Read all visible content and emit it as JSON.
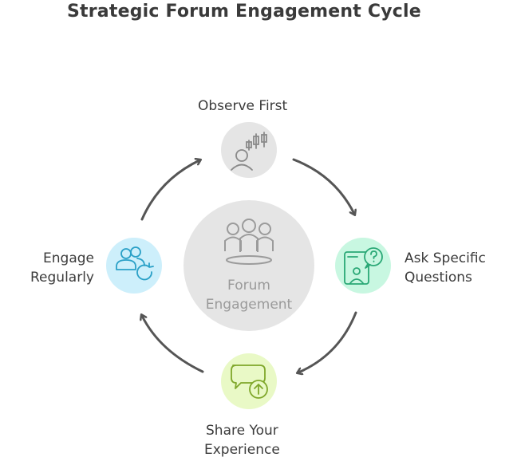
{
  "title": "Strategic Forum Engagement Cycle",
  "center": {
    "lines": [
      "Forum",
      "Engagement"
    ],
    "icon": "people-group-icon"
  },
  "steps": [
    {
      "id": "observe",
      "lines": [
        "Observe First"
      ],
      "icon": "person-chart-icon",
      "color": "#e5e5e5"
    },
    {
      "id": "ask",
      "lines": [
        "Ask Specific",
        "Questions"
      ],
      "icon": "question-document-icon",
      "color": "#c8f7e1"
    },
    {
      "id": "share",
      "lines": [
        "Share Your",
        "Experience"
      ],
      "icon": "chat-upload-icon",
      "color": "#e9f9c6"
    },
    {
      "id": "engage",
      "lines": [
        "Engage",
        "Regularly"
      ],
      "icon": "users-refresh-icon",
      "color": "#cdeffb"
    }
  ],
  "colors": {
    "arrow": "#555555",
    "center_fill": "#e5e5e5",
    "observe_stroke": "#8a8a8a",
    "ask_stroke": "#2aa876",
    "share_stroke": "#7fa72a",
    "engage_stroke": "#2aa0c7"
  }
}
